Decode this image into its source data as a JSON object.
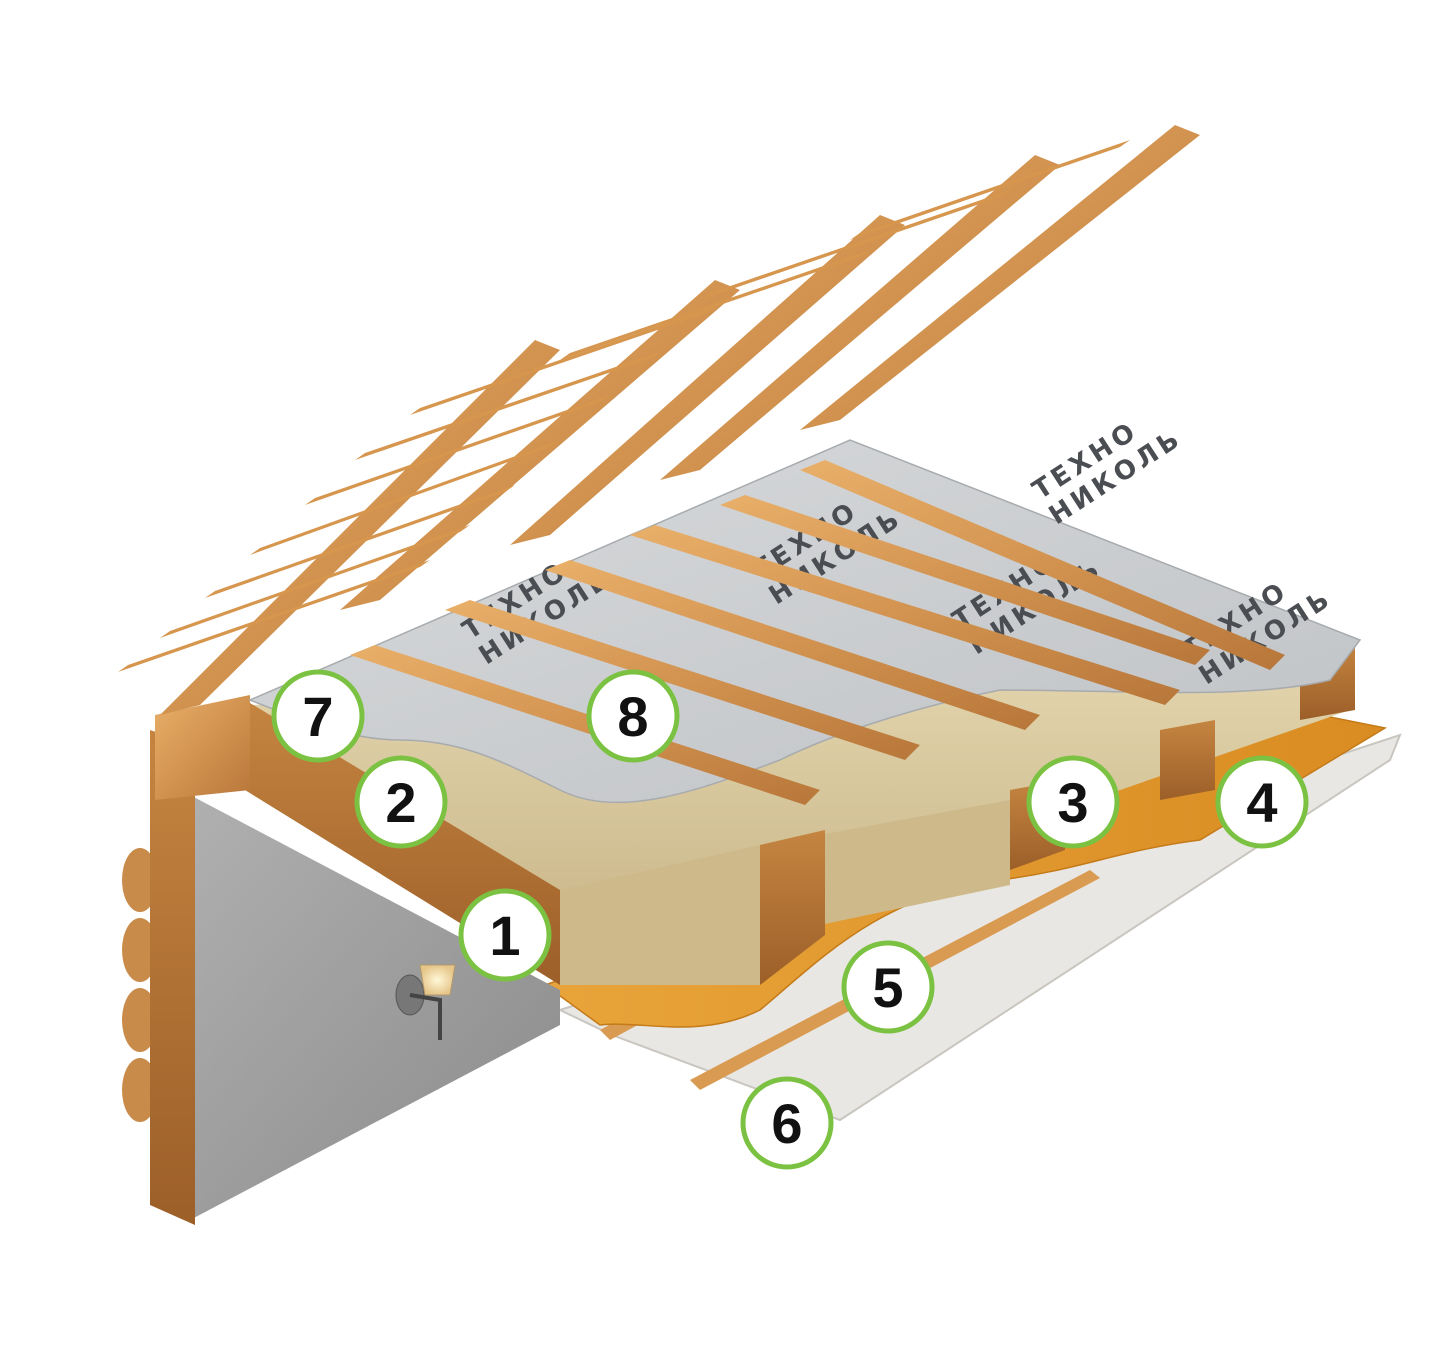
{
  "diagram": {
    "membrane_brand": {
      "line1": "ТЕХНО",
      "line2": "НИКОЛЬ"
    },
    "callouts": [
      {
        "id": "1",
        "label": "1"
      },
      {
        "id": "2",
        "label": "2"
      },
      {
        "id": "3",
        "label": "3"
      },
      {
        "id": "4",
        "label": "4"
      },
      {
        "id": "5",
        "label": "5"
      },
      {
        "id": "6",
        "label": "6"
      },
      {
        "id": "7",
        "label": "7"
      },
      {
        "id": "8",
        "label": "8"
      }
    ],
    "colors": {
      "callout_ring": "#7cc242",
      "wood_light": "#e3a760",
      "wood_mid": "#c98a45",
      "wood_dark": "#a5672c",
      "insulation": "#d9c9a0",
      "membrane": "#cfd1d3",
      "vapor_barrier": "#e59b2c",
      "ceiling_board": "#e8e6e2",
      "wall": "#9b9b9b"
    }
  }
}
